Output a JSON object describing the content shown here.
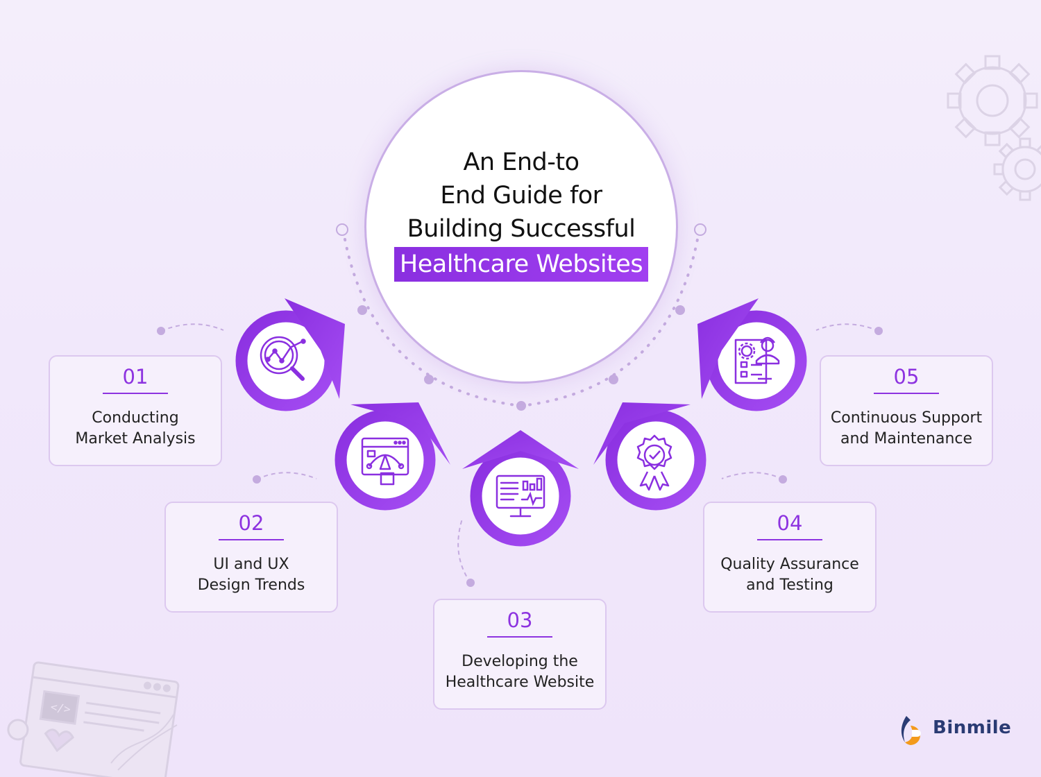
{
  "title": {
    "lines": [
      "An End-to",
      "End Guide for",
      "Building Successful"
    ],
    "highlight": "Healthcare Websites"
  },
  "steps": [
    {
      "num": "01",
      "label": "Conducting\nMarket Analysis",
      "icon": "market-analysis-icon"
    },
    {
      "num": "02",
      "label": "UI and UX\nDesign Trends",
      "icon": "design-trends-icon"
    },
    {
      "num": "03",
      "label": "Developing the\nHealthcare Website",
      "icon": "web-development-icon"
    },
    {
      "num": "04",
      "label": "Quality Assurance\nand Testing",
      "icon": "quality-badge-icon"
    },
    {
      "num": "05",
      "label": "Continuous Support\nand Maintenance",
      "icon": "support-maintenance-icon"
    }
  ],
  "brand": {
    "name": "Binmile"
  },
  "colors": {
    "accent": "#8d33e0",
    "ring": "#9b3df0",
    "border": "#dcc8ef"
  }
}
